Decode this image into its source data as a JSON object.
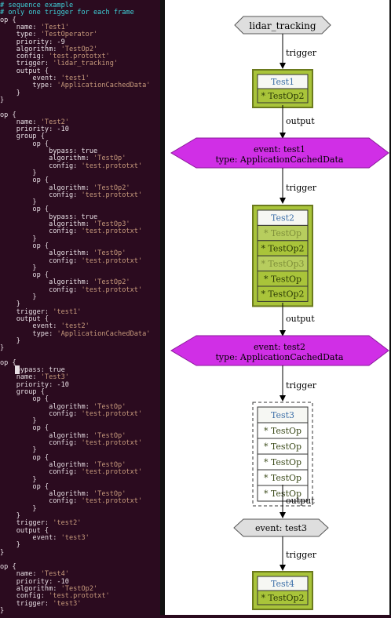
{
  "code_lines": [
    [
      [
        "c",
        "# sequence example"
      ]
    ],
    [
      [
        "c",
        "# only one trigger for each frame"
      ]
    ],
    [
      [
        "k",
        "op {"
      ]
    ],
    [
      [
        "k",
        "    name: "
      ],
      [
        "s",
        "'Test1'"
      ]
    ],
    [
      [
        "k",
        "    type: "
      ],
      [
        "s",
        "'TestOperator'"
      ]
    ],
    [
      [
        "k",
        "    priority: -9"
      ]
    ],
    [
      [
        "k",
        "    algorithm: "
      ],
      [
        "s",
        "'TestOp2'"
      ]
    ],
    [
      [
        "k",
        "    config: "
      ],
      [
        "s",
        "'test.prototxt'"
      ]
    ],
    [
      [
        "k",
        "    trigger: "
      ],
      [
        "s",
        "'lidar_tracking'"
      ]
    ],
    [
      [
        "k",
        "    output {"
      ]
    ],
    [
      [
        "k",
        "        event: "
      ],
      [
        "s",
        "'test1'"
      ]
    ],
    [
      [
        "k",
        "        type: "
      ],
      [
        "s",
        "'ApplicationCachedData'"
      ]
    ],
    [
      [
        "k",
        "    }"
      ]
    ],
    [
      [
        "k",
        "}"
      ]
    ],
    [
      [
        "k",
        ""
      ]
    ],
    [
      [
        "k",
        "op {"
      ]
    ],
    [
      [
        "k",
        "    name: "
      ],
      [
        "s",
        "'Test2'"
      ]
    ],
    [
      [
        "k",
        "    priority: -10"
      ]
    ],
    [
      [
        "k",
        "    group {"
      ]
    ],
    [
      [
        "k",
        "        op {"
      ]
    ],
    [
      [
        "k",
        "            bypass: true"
      ]
    ],
    [
      [
        "k",
        "            algorithm: "
      ],
      [
        "s",
        "'TestOp'"
      ]
    ],
    [
      [
        "k",
        "            config: "
      ],
      [
        "s",
        "'test.prototxt'"
      ]
    ],
    [
      [
        "k",
        "        }"
      ]
    ],
    [
      [
        "k",
        "        op {"
      ]
    ],
    [
      [
        "k",
        "            algorithm: "
      ],
      [
        "s",
        "'TestOp2'"
      ]
    ],
    [
      [
        "k",
        "            config: "
      ],
      [
        "s",
        "'test.prototxt'"
      ]
    ],
    [
      [
        "k",
        "        }"
      ]
    ],
    [
      [
        "k",
        "        op {"
      ]
    ],
    [
      [
        "k",
        "            bypass: true"
      ]
    ],
    [
      [
        "k",
        "            algorithm: "
      ],
      [
        "s",
        "'TestOp3'"
      ]
    ],
    [
      [
        "k",
        "            config: "
      ],
      [
        "s",
        "'test.prototxt'"
      ]
    ],
    [
      [
        "k",
        "        }"
      ]
    ],
    [
      [
        "k",
        "        op {"
      ]
    ],
    [
      [
        "k",
        "            algorithm: "
      ],
      [
        "s",
        "'TestOp'"
      ]
    ],
    [
      [
        "k",
        "            config: "
      ],
      [
        "s",
        "'test.prototxt'"
      ]
    ],
    [
      [
        "k",
        "        }"
      ]
    ],
    [
      [
        "k",
        "        op {"
      ]
    ],
    [
      [
        "k",
        "            algorithm: "
      ],
      [
        "s",
        "'TestOp2'"
      ]
    ],
    [
      [
        "k",
        "            config: "
      ],
      [
        "s",
        "'test.prototxt'"
      ]
    ],
    [
      [
        "k",
        "        }"
      ]
    ],
    [
      [
        "k",
        "    }"
      ]
    ],
    [
      [
        "k",
        "    trigger: "
      ],
      [
        "s",
        "'test1'"
      ]
    ],
    [
      [
        "k",
        "    output {"
      ]
    ],
    [
      [
        "k",
        "        event: "
      ],
      [
        "s",
        "'test2'"
      ]
    ],
    [
      [
        "k",
        "        type: "
      ],
      [
        "s",
        "'ApplicationCachedData'"
      ]
    ],
    [
      [
        "k",
        "    }"
      ]
    ],
    [
      [
        "k",
        "}"
      ]
    ],
    [
      [
        "k",
        ""
      ]
    ],
    [
      [
        "k",
        "op {"
      ]
    ],
    [
      [
        "k",
        "    bypass: true"
      ]
    ],
    [
      [
        "k",
        "    name: "
      ],
      [
        "s",
        "'Test3'"
      ]
    ],
    [
      [
        "k",
        "    priority: -10"
      ]
    ],
    [
      [
        "k",
        "    group {"
      ]
    ],
    [
      [
        "k",
        "        op {"
      ]
    ],
    [
      [
        "k",
        "            algorithm: "
      ],
      [
        "s",
        "'TestOp'"
      ]
    ],
    [
      [
        "k",
        "            config: "
      ],
      [
        "s",
        "'test.prototxt'"
      ]
    ],
    [
      [
        "k",
        "        }"
      ]
    ],
    [
      [
        "k",
        "        op {"
      ]
    ],
    [
      [
        "k",
        "            algorithm: "
      ],
      [
        "s",
        "'TestOp'"
      ]
    ],
    [
      [
        "k",
        "            config: "
      ],
      [
        "s",
        "'test.prototxt'"
      ]
    ],
    [
      [
        "k",
        "        }"
      ]
    ],
    [
      [
        "k",
        "        op {"
      ]
    ],
    [
      [
        "k",
        "            algorithm: "
      ],
      [
        "s",
        "'TestOp'"
      ]
    ],
    [
      [
        "k",
        "            config: "
      ],
      [
        "s",
        "'test.prototxt'"
      ]
    ],
    [
      [
        "k",
        "        }"
      ]
    ],
    [
      [
        "k",
        "        op {"
      ]
    ],
    [
      [
        "k",
        "            algorithm: "
      ],
      [
        "s",
        "'TestOp'"
      ]
    ],
    [
      [
        "k",
        "            config: "
      ],
      [
        "s",
        "'test.prototxt'"
      ]
    ],
    [
      [
        "k",
        "        }"
      ]
    ],
    [
      [
        "k",
        "    }"
      ]
    ],
    [
      [
        "k",
        "    trigger: "
      ],
      [
        "s",
        "'test2'"
      ]
    ],
    [
      [
        "k",
        "    output {"
      ]
    ],
    [
      [
        "k",
        "        event: "
      ],
      [
        "s",
        "'test3'"
      ]
    ],
    [
      [
        "k",
        "    }"
      ]
    ],
    [
      [
        "k",
        "}"
      ]
    ],
    [
      [
        "k",
        ""
      ]
    ],
    [
      [
        "k",
        "op {"
      ]
    ],
    [
      [
        "k",
        "    name: "
      ],
      [
        "s",
        "'Test4'"
      ]
    ],
    [
      [
        "k",
        "    priority: -10"
      ]
    ],
    [
      [
        "k",
        "    algorithm: "
      ],
      [
        "s",
        "'TestOp2'"
      ]
    ],
    [
      [
        "k",
        "    config: "
      ],
      [
        "s",
        "'test.prototxt'"
      ]
    ],
    [
      [
        "k",
        "    trigger: "
      ],
      [
        "s",
        "'test3'"
      ]
    ],
    [
      [
        "k",
        "}"
      ]
    ]
  ],
  "graph": {
    "source_node": "lidar_tracking",
    "edge_labels": {
      "trigger": "trigger",
      "output": "output"
    },
    "op1": {
      "title": "Test1",
      "rows": [
        "* TestOp2"
      ],
      "row_states": [
        "active"
      ]
    },
    "event1": {
      "line1": "event: test1",
      "line2": "type: ApplicationCachedData"
    },
    "op2": {
      "title": "Test2",
      "rows": [
        "* TestOp",
        "* TestOp2",
        "* TestOp3",
        "* TestOp",
        "* TestOp2"
      ],
      "row_states": [
        "bypass",
        "active",
        "bypass",
        "active",
        "active"
      ]
    },
    "event2": {
      "line1": "event: test2",
      "line2": "type: ApplicationCachedData"
    },
    "op3": {
      "title": "Test3",
      "rows": [
        "* TestOp",
        "* TestOp",
        "* TestOp",
        "* TestOp",
        "* TestOp"
      ],
      "row_states": [
        "plain",
        "plain",
        "plain",
        "plain",
        "plain"
      ]
    },
    "event3": {
      "label": "event: test3"
    },
    "op4": {
      "title": "Test4",
      "rows": [
        "* TestOp2"
      ],
      "row_states": [
        "active"
      ]
    }
  },
  "colors": {
    "editor_bg": "#2b0b1f",
    "comment": "#3fd0d8",
    "string": "#c79a7c",
    "op_active_fill": "#a9c43a",
    "op_bypass_fill": "#b7cd5e",
    "op_border": "#6b7a1e",
    "event_fill": "#d02fe6",
    "title_text": "#3c6fa8",
    "gray_node": "#dedede"
  }
}
